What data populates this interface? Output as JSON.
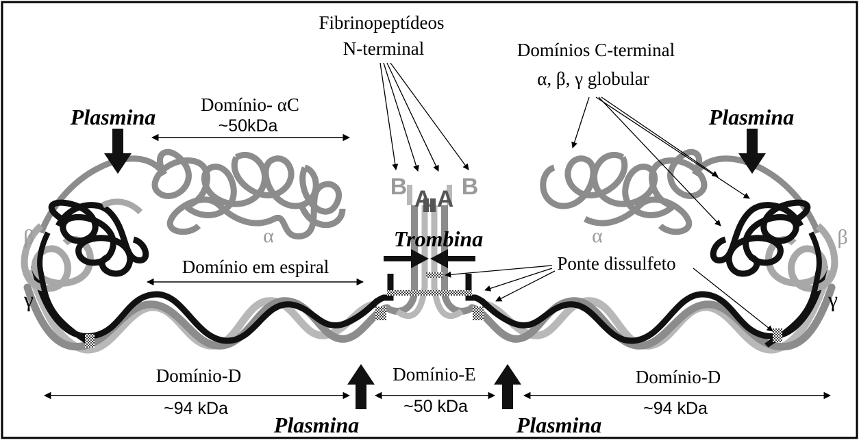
{
  "labels": {
    "fibrinopeptides_line1": "Fibrinopeptídeos",
    "fibrinopeptides_line2": "N-terminal",
    "c_terminal_line1": "Domínios  C-terminal",
    "c_terminal_line2": "α, β, γ globular",
    "alpha_c_domain": "Domínio- αC",
    "alpha_c_mass": "~50kDa",
    "coiled_coil": "Domínio em espiral",
    "thrombin": "Trombina",
    "disulfide_bridge": "Ponte dissulfeto",
    "domain_d_left": "Domínio-D",
    "domain_e": "Domínio-E",
    "domain_d_right": "Domínio-D",
    "mass_d_left": "~94 kDa",
    "mass_e": "~50 kDa",
    "mass_d_right": "~94 kDa",
    "plasmin_top_left": "Plasmina",
    "plasmin_top_right": "Plasmina",
    "plasmin_bottom_left": "Plasmina",
    "plasmin_bottom_right": "Plasmina",
    "alpha_left": "α",
    "alpha_right": "α",
    "beta_left": "β",
    "beta_right": "β",
    "gamma_left": "γ",
    "gamma_right": "γ",
    "fp_b_left": "B",
    "fp_a_left": "A",
    "fp_a_right": "A",
    "fp_b_right": "B"
  },
  "colors": {
    "black_chain": "#111111",
    "gray_chain": "#8c8c8c",
    "light_chain": "#b8b8b8",
    "border": "#000000"
  }
}
